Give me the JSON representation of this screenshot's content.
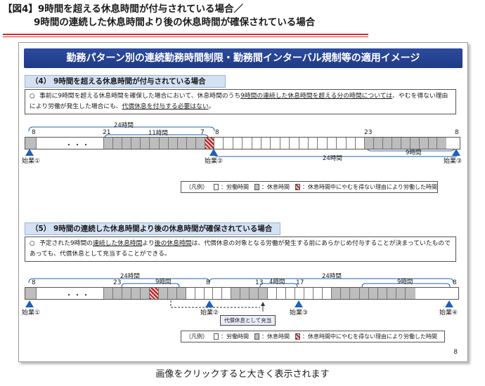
{
  "header": {
    "tag": "【図4】",
    "line1": "9時間を超える休息時間が付与されている場合／",
    "line2": "9時間の連続した休息時間より後の休息時間が確保されている場合"
  },
  "banner": "勤務パターン別の連続勤務時間制限・勤務間インターバル規制等の適用イメージ",
  "section1": {
    "title": "（4）  9時間を超える休息時間が付与されている場合",
    "bullet": "○",
    "note_a": "事前に9時間を超える休息時間を確保した場合において、休息時間のうち",
    "note_b": "9時間の連続した休息時間を超える分の時間については",
    "note_c": "、やむを得ない理由により労働が発生した場合にも、",
    "note_d": "代償休息を付与する必要はない",
    "note_e": "。",
    "t_8a": "8",
    "t_21": "21",
    "t_7": "7",
    "t_8b": "8",
    "t_23": "23",
    "t_8c": "8",
    "span_24a": "24時間",
    "span_11": "11時間",
    "span_24b": "24時間",
    "span_9": "9時間",
    "dots": "・・・",
    "start1": "始業①",
    "start2": "始業②",
    "start3": "始業③"
  },
  "legend": {
    "prefix": "（凡例）",
    "work": "：労働時間",
    "rest": "：休息時間",
    "unavoidable": "：休息時間中にやむを得ない理由により労働した時間"
  },
  "section2": {
    "title": "（5）  9時間の連続した休息時間より後の休息時間が確保されている場合",
    "bullet": "○",
    "note_a": "予定された9時間の",
    "note_b": "連続した休息時間",
    "note_c": "より",
    "note_d": "後の休息時間",
    "note_e": "は、代償休息の対象となる労働が発生する前にあらかじめ付与することが決まっていたものであっても、代償休息として充当することができる。",
    "t_8a": "8",
    "t_23": "23",
    "t_8b": "8",
    "t_13": "13",
    "t_17": "17",
    "t_8c": "8",
    "span_24a": "24時間",
    "span_9a": "9時間",
    "span_4": "4時間",
    "span_24b": "24時間",
    "span_9b": "9時間",
    "dots": "・・・",
    "subst_label": "代償休息として充当",
    "start1": "始業①",
    "start2": "始業②",
    "start3": "始業③",
    "start4": "始業④"
  },
  "page_number": "8",
  "caption": "画像をクリックすると大きく表示されます",
  "colors": {
    "banner": "#2d4c9e",
    "section_title_bg": "#d3e1f3",
    "rest_cell": "#bdbdbd",
    "hatch": "#b02424",
    "start_marker": "#2060b8",
    "header_rule": "#d42a2a"
  }
}
